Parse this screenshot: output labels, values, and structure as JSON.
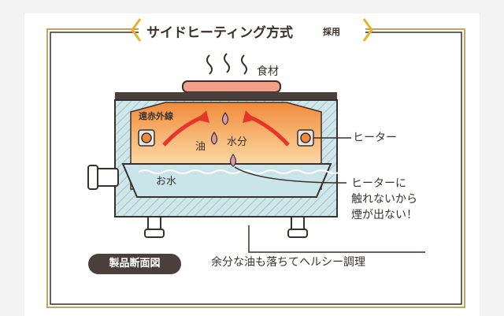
{
  "title": {
    "main": "サイドヒーティング方式",
    "suffix": "採用"
  },
  "labels": {
    "food": "食材",
    "infrared": "遠赤外線",
    "oil": "油",
    "water_drop": "水分",
    "water": "お水",
    "heater": "ヒーター",
    "heater_note": [
      "ヒーターに",
      "触れないから",
      "煙が出ない！"
    ],
    "healthy_note": "余分な油も落ちてヘルシー調理",
    "section_badge": "製品断面図"
  },
  "colors": {
    "outline": "#3a2f2a",
    "frame_gold": "#c8a15a",
    "wall_blue": "#cfe6ea",
    "heat_top": "#f08a3a",
    "heat_bottom": "#fff2dc",
    "water": "#c9e5ea",
    "arrow_red": "#e8352a",
    "drop_pink": "#d89aa8",
    "food": "#f2a08a"
  }
}
